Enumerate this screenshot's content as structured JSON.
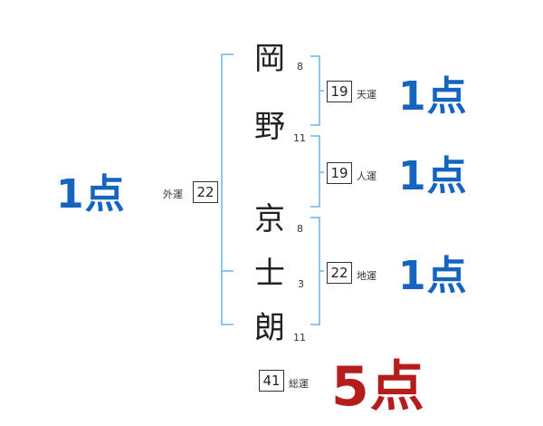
{
  "name_chars": [
    {
      "char": "岡",
      "strokes": "8"
    },
    {
      "char": "野",
      "strokes": "11"
    },
    {
      "char": "京",
      "strokes": "8"
    },
    {
      "char": "士",
      "strokes": "3"
    },
    {
      "char": "朗",
      "strokes": "11"
    }
  ],
  "unsei": {
    "ten": {
      "value": "19",
      "label": "天運",
      "score": "1点"
    },
    "jin": {
      "value": "19",
      "label": "人運",
      "score": "1点"
    },
    "chi": {
      "value": "22",
      "label": "地運",
      "score": "1点"
    },
    "gai": {
      "value": "22",
      "label": "外運",
      "score": "1点"
    },
    "so": {
      "value": "41",
      "label": "総運",
      "score": "5点"
    }
  },
  "colors": {
    "bracket": "#6cb4e4",
    "score_blue": "#1565c0",
    "score_red": "#b71c1c"
  }
}
